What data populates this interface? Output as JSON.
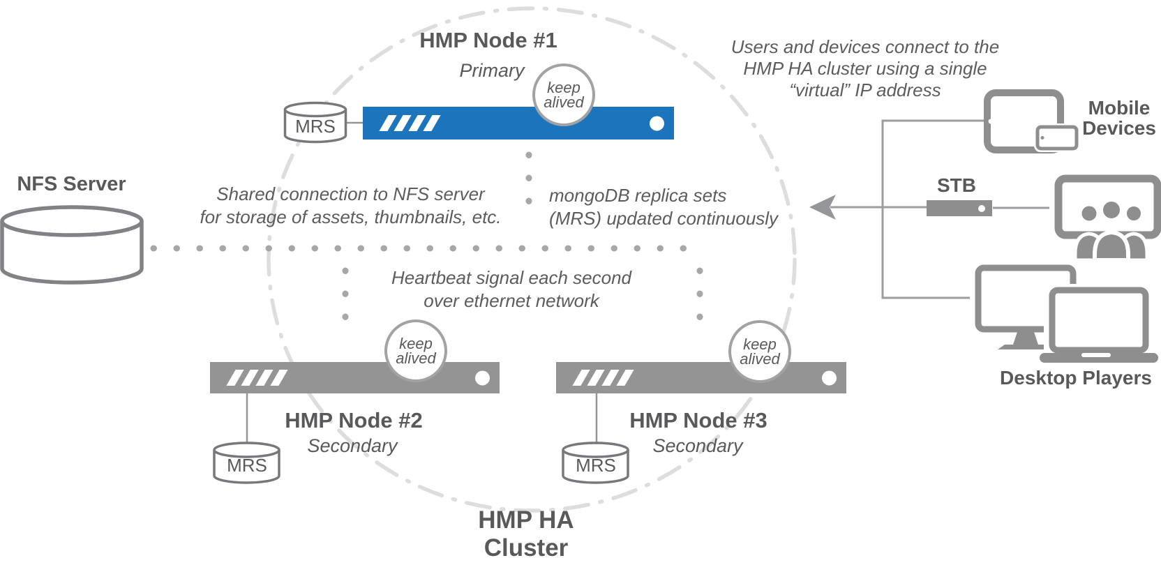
{
  "colors": {
    "primary_blue": "#1c75bc",
    "secondary_gray": "#949494",
    "icon_gray": "#8e8e8e",
    "text_dark": "#58595b",
    "dot_gray": "#a7a7a9",
    "cluster_ring_light": "#dcdddd"
  },
  "nfs_server": {
    "label": "NFS Server"
  },
  "cluster_label": {
    "line1": "HMP HA",
    "line2": "Cluster"
  },
  "nodes": {
    "node1": {
      "title": "HMP Node #1",
      "role": "Primary",
      "keepalive": [
        "keep",
        "alived"
      ],
      "db": "MRS"
    },
    "node2": {
      "title": "HMP Node #2",
      "role": "Secondary",
      "keepalive": [
        "keep",
        "alived"
      ],
      "db": "MRS"
    },
    "node3": {
      "title": "HMP Node #3",
      "role": "Secondary",
      "keepalive": [
        "keep",
        "alived"
      ],
      "db": "MRS"
    }
  },
  "annotations": {
    "users_line1": "Users and devices connect to the",
    "users_line2": "HMP HA cluster using a single",
    "users_line3": "“virtual” IP address",
    "shared_line1": "Shared connection to NFS server",
    "shared_line2": "for storage of assets, thumbnails, etc.",
    "mongo_line1": "mongoDB replica sets",
    "mongo_line2": "(MRS) updated continuously",
    "heartbeat_line1": "Heartbeat signal each second",
    "heartbeat_line2": "over ethernet network"
  },
  "devices": {
    "mobile_line1": "Mobile",
    "mobile_line2": "Devices",
    "stb_label": "STB",
    "desktop_label": "Desktop Players"
  }
}
